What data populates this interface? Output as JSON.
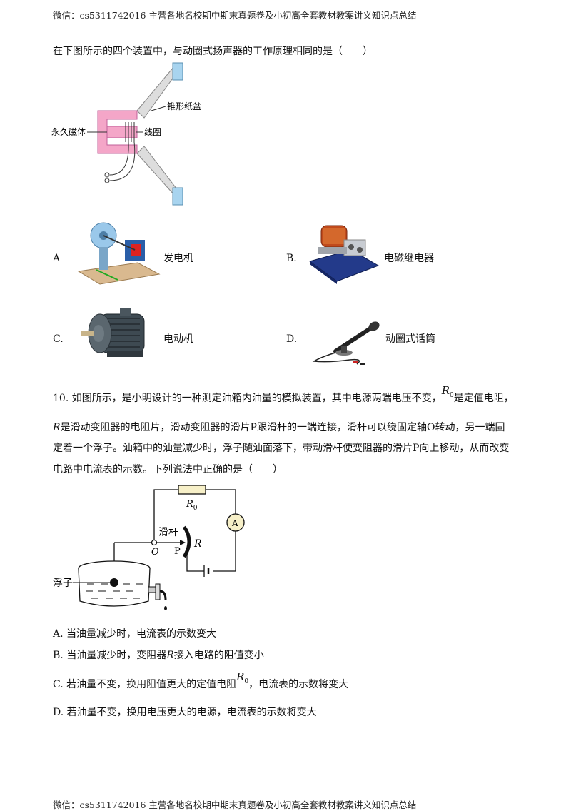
{
  "header": "微信：cs5311742016  主营各地名校期中期末真题卷及小初高全套教材教案讲义知识点总结",
  "footer": "微信：cs5311742016  主营各地名校期中期末真题卷及小初高全套教材教案讲义知识点总结",
  "q9": {
    "stem": "在下图所示的四个装置中，与动圈式扬声器的工作原理相同的是（　　）",
    "speaker_labels": {
      "cone": "锥形纸盆",
      "magnet": "永久磁体",
      "coil": "线圈"
    },
    "options": [
      {
        "letter": "A",
        "label": "发电机",
        "icon": "generator-model-photo"
      },
      {
        "letter": "B.",
        "label": "电磁继电器",
        "icon": "relay-photo"
      },
      {
        "letter": "C.",
        "label": "电动机",
        "icon": "electric-motor-photo"
      },
      {
        "letter": "D.",
        "label": "动圈式话筒",
        "icon": "microphone-photo"
      }
    ]
  },
  "q10": {
    "line1_a": "10. 如图所示，是小明设计的一种测定油箱内油量的模拟装置，其中电源两端电压不变，",
    "r0_symbol": "R",
    "r0_sub": "0",
    "line1_b": "是定值电阻，",
    "line2_r": "R",
    "line2": "是滑动变阻器的电阻片，滑动变阻器的滑片P跟滑杆的一端连接，滑杆可以绕固定轴O转动，另一端固",
    "line3": "定着一个浮子。油箱中的油量减少时，浮子随油面落下，带动滑杆使变阻器的滑片P向上移动，从而改变",
    "line4": "电路中电流表的示数。下列说法中正确的是（　　）",
    "circuit": {
      "r0_label": "R",
      "r0_sub": "0",
      "ammeter": "A",
      "rod": "滑杆",
      "pivot": "O",
      "slider": "P",
      "resistor": "R",
      "float": "浮子"
    },
    "options": [
      {
        "letter": "A.",
        "text": "当油量减少时，电流表的示数变大"
      },
      {
        "letter": "B.",
        "text_a": "当油量减少时，变阻器",
        "r": "R",
        "text_b": "接入电路的阻值变小"
      },
      {
        "letter": "C.",
        "text_a": "若油量不变，换用阻值更大的定值电阻",
        "r0": "R",
        "r0_sub": "0",
        "text_b": "，电流表的示数将变大"
      },
      {
        "letter": "D.",
        "text": "若油量不变，换用电压更大的电源，电流表的示数将变大"
      }
    ]
  }
}
